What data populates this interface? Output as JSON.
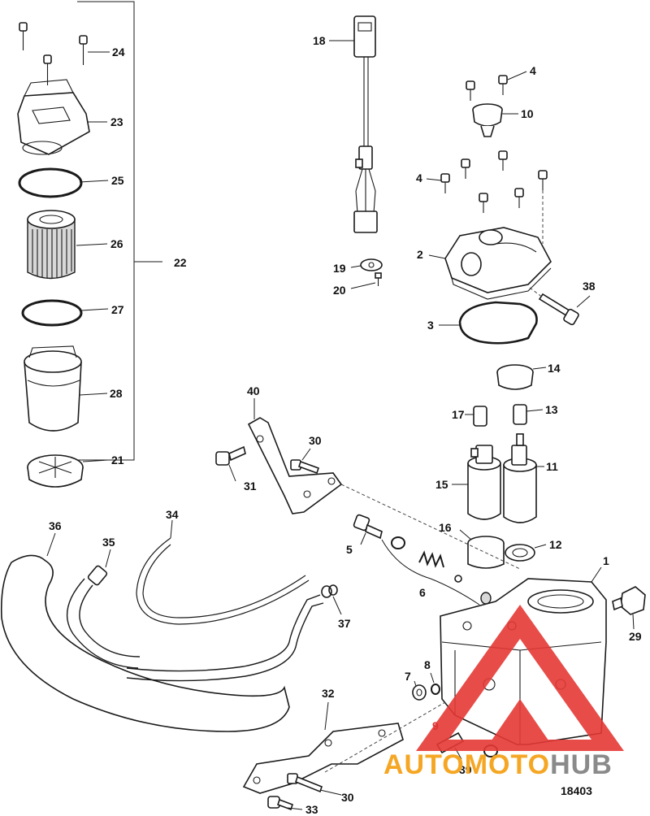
{
  "diagram": {
    "figure_number": "18403",
    "labels": {
      "p1": "1",
      "p2": "2",
      "p3": "3",
      "p4a": "4",
      "p4b": "4",
      "p5": "5",
      "p6": "6",
      "p7": "7",
      "p8": "8",
      "p9": "9",
      "p10": "10",
      "p11": "11",
      "p12": "12",
      "p13": "13",
      "p14": "14",
      "p15": "15",
      "p16": "16",
      "p17": "17",
      "p18": "18",
      "p19": "19",
      "p20": "20",
      "p21": "21",
      "p22": "22",
      "p23": "23",
      "p24": "24",
      "p25": "25",
      "p26": "26",
      "p27": "27",
      "p28": "28",
      "p29": "29",
      "p30a": "30",
      "p30b": "30",
      "p31": "31",
      "p32": "32",
      "p33": "33",
      "p34": "34",
      "p35": "35",
      "p36": "36",
      "p37": "37",
      "p38": "38",
      "p39": "39",
      "p40": "40"
    }
  },
  "watermark": {
    "part1": "AUTO",
    "part2": "MOTO",
    "part3": "HUB",
    "color_red": "#e53935",
    "color_orange": "#f5a623",
    "color_gray": "#8a8a8a"
  }
}
